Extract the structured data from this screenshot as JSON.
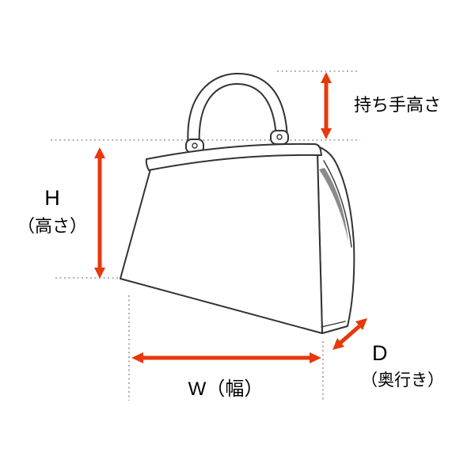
{
  "colors": {
    "bg": "#ffffff",
    "accent": "#e8380d",
    "outline": "#333333",
    "guide": "#9a9a9a",
    "shade": "#777777"
  },
  "labels": {
    "handle_height": "持ち手高さ",
    "height_letter": "H",
    "height_name": "（高さ）",
    "width": "W（幅）",
    "depth_letter": "D",
    "depth_name": "（奥行き）"
  }
}
